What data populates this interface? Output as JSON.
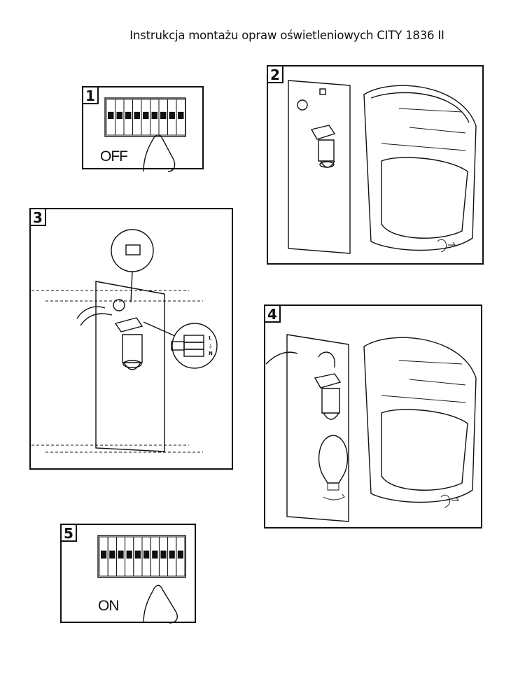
{
  "title": "Instrukcja montażu opraw oświetleniowych CITY 1836 II",
  "steps": [
    {
      "number": "1",
      "label": "OFF"
    },
    {
      "number": "2"
    },
    {
      "number": "3",
      "terminals": [
        "L",
        "⏚",
        "N"
      ]
    },
    {
      "number": "4"
    },
    {
      "number": "5",
      "label": "ON"
    }
  ]
}
